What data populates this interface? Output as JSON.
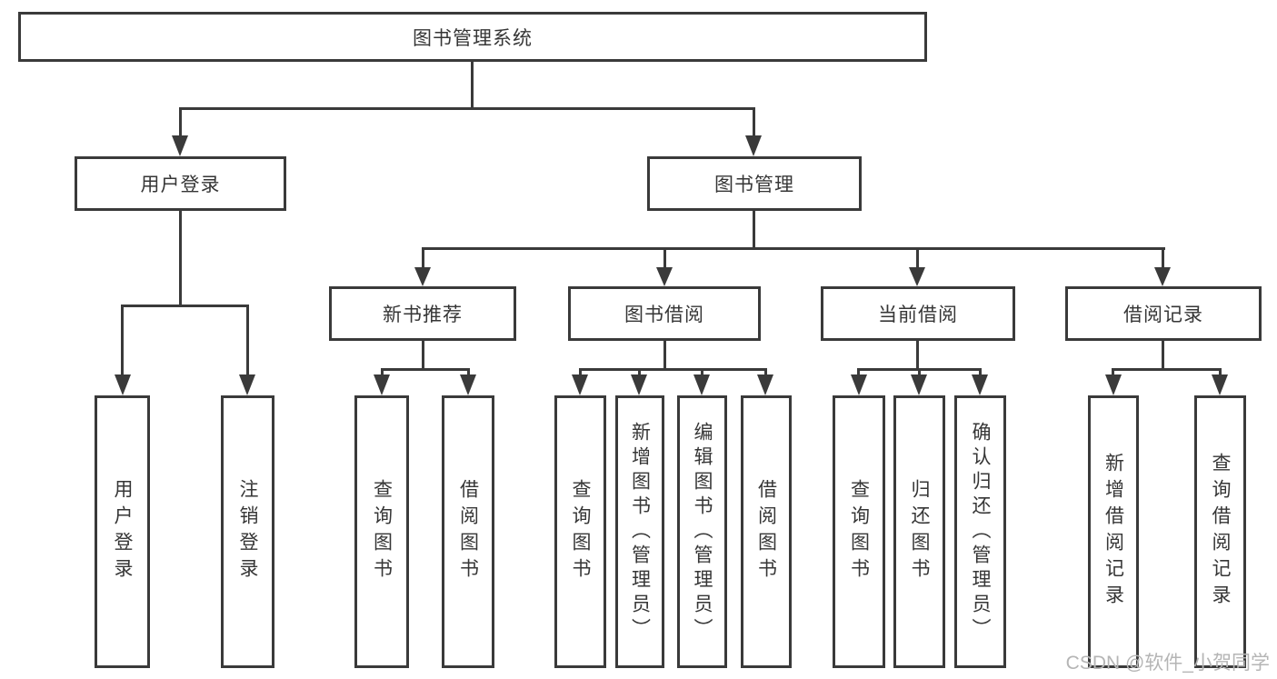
{
  "colors": {
    "line": "#3a3a3a",
    "text": "#363636",
    "background": "#ffffff",
    "watermark": "#b5b5b5"
  },
  "diagram": {
    "type": "hierarchy-tree",
    "nodes": {
      "root": "图书管理系统",
      "user_login": "用户登录",
      "book_mgmt": "图书管理",
      "new_book_rec": "新书推荐",
      "book_borrow": "图书借阅",
      "current_borrow": "当前借阅",
      "borrow_records": "借阅记录",
      "leaf_user_login": "用户登录",
      "leaf_logout": "注销登录",
      "leaf_nb_query": "查询图书",
      "leaf_nb_borrow": "借阅图书",
      "leaf_bb_query": "查询图书",
      "leaf_bb_add": "新增图书（管理员）",
      "leaf_bb_edit": "编辑图书（管理员）",
      "leaf_bb_borrow": "借阅图书",
      "leaf_cb_query": "查询图书",
      "leaf_cb_return": "归还图书",
      "leaf_cb_confirm": "确认归还（管理员）",
      "leaf_br_add": "新增借阅记录",
      "leaf_br_query": "查询借阅记录"
    },
    "structure": {
      "图书管理系统": [
        "用户登录",
        "图书管理"
      ],
      "用户登录": [
        "用户登录",
        "注销登录"
      ],
      "图书管理": [
        "新书推荐",
        "图书借阅",
        "当前借阅",
        "借阅记录"
      ],
      "新书推荐": [
        "查询图书",
        "借阅图书"
      ],
      "图书借阅": [
        "查询图书",
        "新增图书（管理员）",
        "编辑图书（管理员）",
        "借阅图书"
      ],
      "当前借阅": [
        "查询图书",
        "归还图书",
        "确认归还（管理员）"
      ],
      "借阅记录": [
        "新增借阅记录",
        "查询借阅记录"
      ]
    }
  },
  "watermark": "CSDN @软件_小贺同学"
}
